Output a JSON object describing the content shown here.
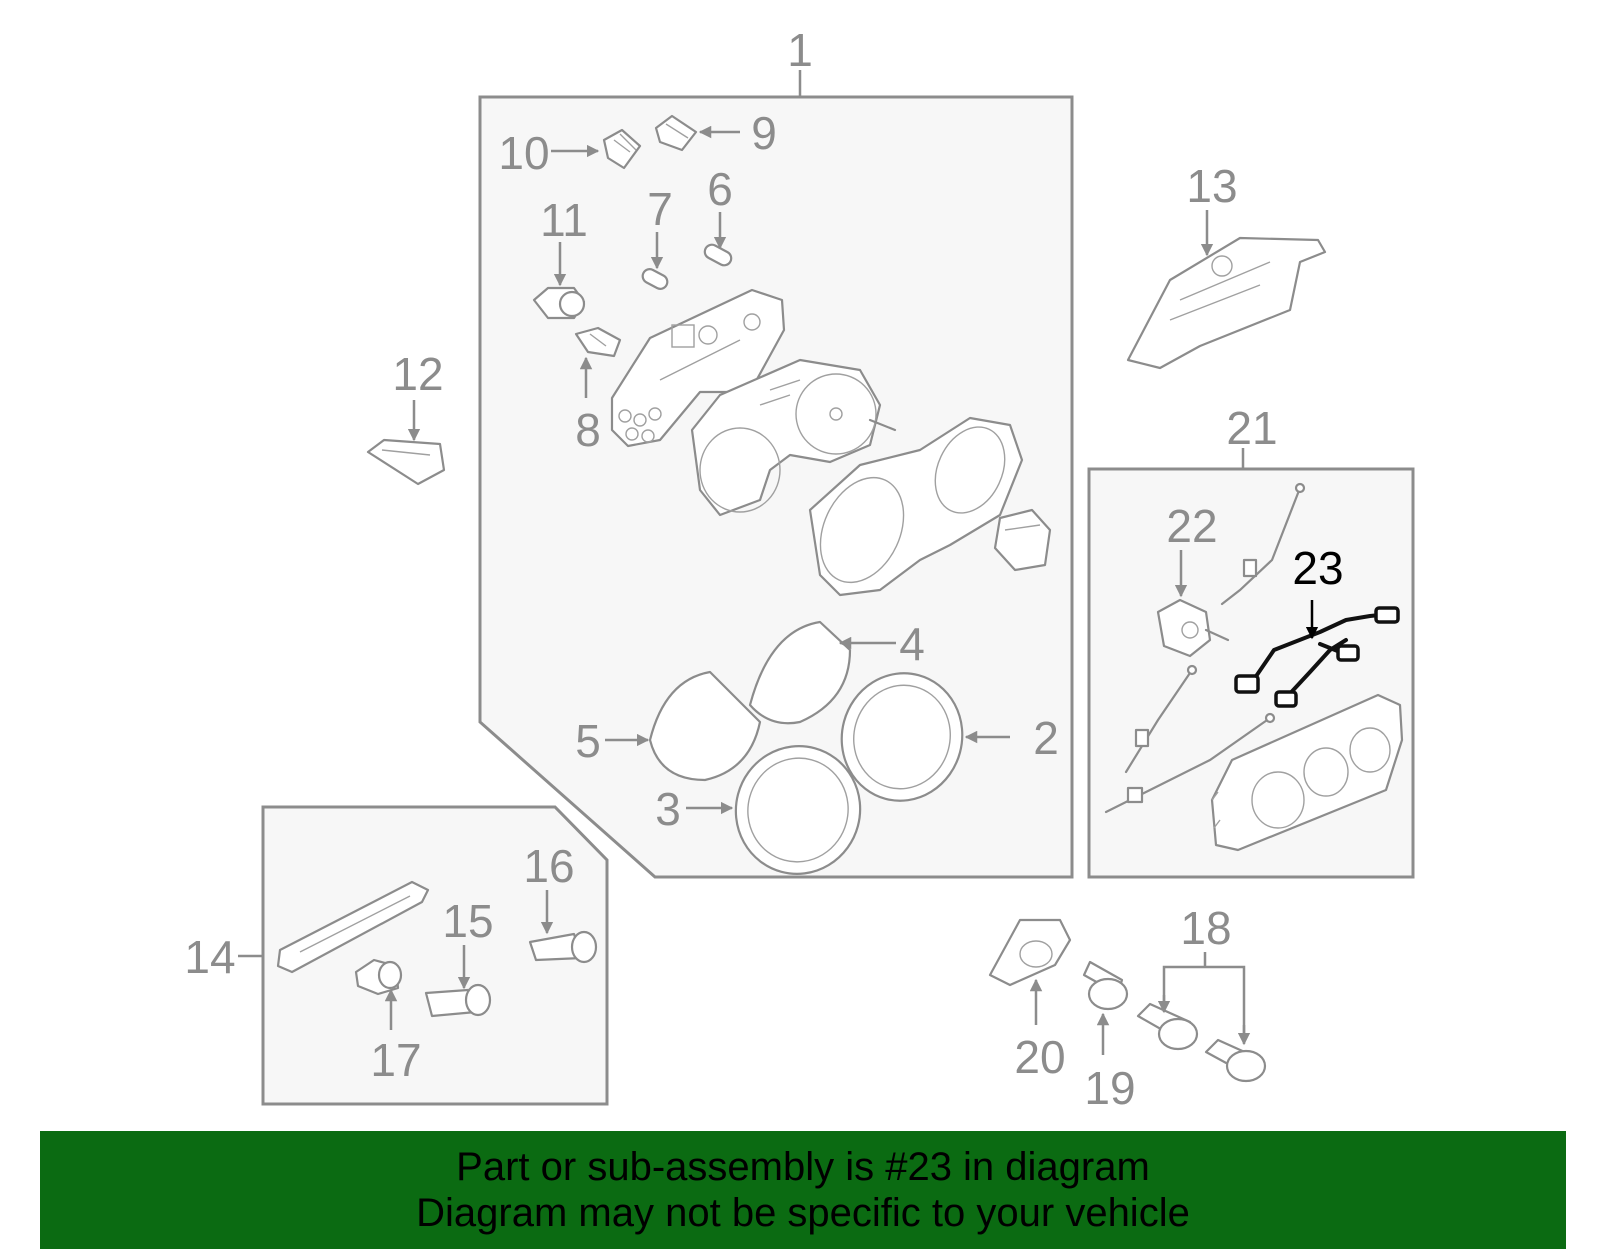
{
  "callouts": {
    "c1": "1",
    "c2": "2",
    "c3": "3",
    "c4": "4",
    "c5": "5",
    "c6": "6",
    "c7": "7",
    "c8": "8",
    "c9": "9",
    "c10": "10",
    "c11": "11",
    "c12": "12",
    "c13": "13",
    "c14": "14",
    "c15": "15",
    "c16": "16",
    "c17": "17",
    "c18": "18",
    "c19": "19",
    "c20": "20",
    "c21": "21",
    "c22": "22",
    "c23": "23"
  },
  "highlighted_part": "23",
  "colors": {
    "line": "#8c8c8c",
    "highlight": "#000000",
    "box_fill": "#f7f7f7",
    "banner": "#0b6b12"
  },
  "banner": {
    "line1": "Part or sub-assembly is #23 in diagram",
    "line2": "Diagram may not be specific to your vehicle"
  }
}
